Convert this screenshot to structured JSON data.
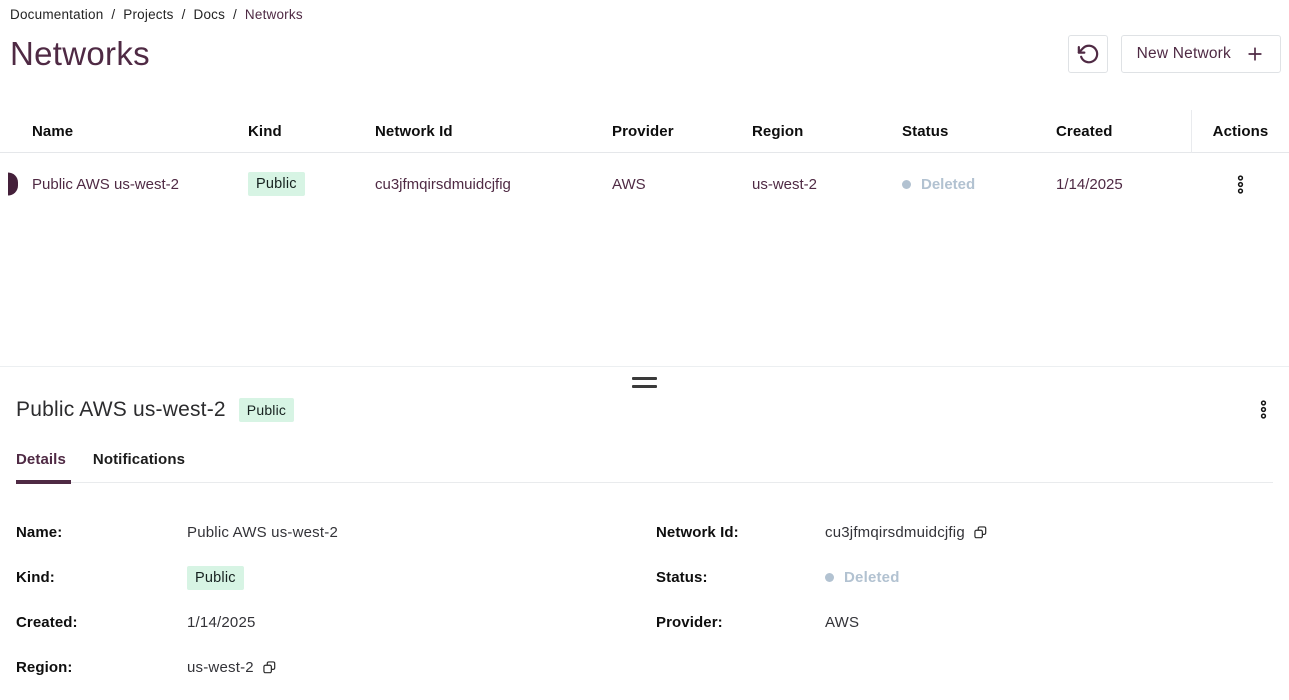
{
  "breadcrumb": {
    "separator": "/",
    "items": [
      "Documentation",
      "Projects",
      "Docs",
      "Networks"
    ]
  },
  "page": {
    "title": "Networks"
  },
  "toolbar": {
    "new_network_label": "New Network"
  },
  "icons": {
    "refresh": "refresh-ccw-icon",
    "plus": "plus-icon",
    "kebab": "kebab-menu-icon",
    "copy": "copy-icon",
    "drag_handle": "drag-handle"
  },
  "table": {
    "columns": [
      "Name",
      "Kind",
      "Network Id",
      "Provider",
      "Region",
      "Status",
      "Created",
      "Actions"
    ],
    "rows": [
      {
        "name": "Public AWS us-west-2",
        "kind": "Public",
        "network_id": "cu3jfmqirsdmuidcjfig",
        "provider": "AWS",
        "region": "us-west-2",
        "status": "Deleted",
        "created": "1/14/2025",
        "selected": true
      }
    ]
  },
  "drawer": {
    "title": "Public AWS us-west-2",
    "kind_badge": "Public",
    "tabs": [
      "Details",
      "Notifications"
    ],
    "active_tab": "Details",
    "fields": {
      "name": {
        "label": "Name:",
        "value": "Public AWS us-west-2"
      },
      "kind": {
        "label": "Kind:",
        "value": "Public"
      },
      "created": {
        "label": "Created:",
        "value": "1/14/2025"
      },
      "region": {
        "label": "Region:",
        "value": "us-west-2"
      },
      "network_id": {
        "label": "Network Id:",
        "value": "cu3jfmqirsdmuidcjfig"
      },
      "status": {
        "label": "Status:",
        "value": "Deleted"
      },
      "provider": {
        "label": "Provider:",
        "value": "AWS"
      }
    }
  },
  "colors": {
    "accent_maroon": "#4f2a44",
    "row_indicator": "#44203a",
    "badge_background": "#d7f4e4",
    "status_deleted": "#b2c2d1",
    "border_gray": "#e5e7ea"
  }
}
